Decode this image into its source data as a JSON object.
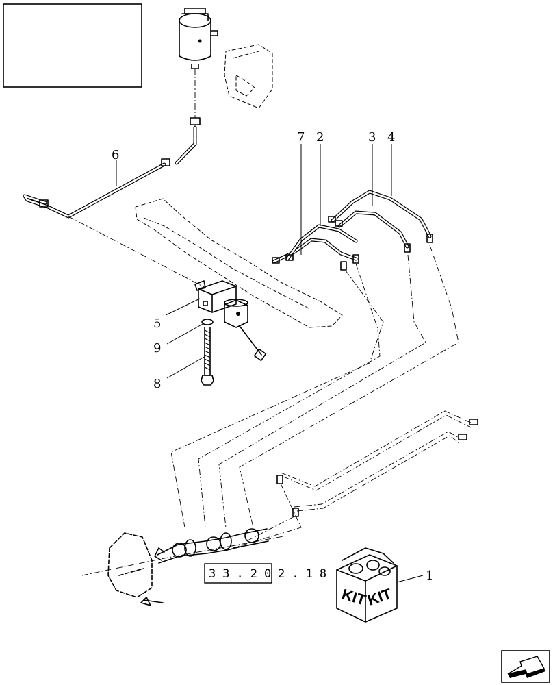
{
  "callouts": [
    {
      "label": "1"
    },
    {
      "label": "2"
    },
    {
      "label": "3"
    },
    {
      "label": "4"
    },
    {
      "label": "5"
    },
    {
      "label": "6"
    },
    {
      "label": "7"
    },
    {
      "label": "8"
    },
    {
      "label": "9"
    }
  ],
  "reference": {
    "code": "33.202.18"
  },
  "kit": {
    "label_left": "KIT",
    "label_right": "KIT"
  },
  "navigation": {
    "icon": "arrow-icon"
  }
}
